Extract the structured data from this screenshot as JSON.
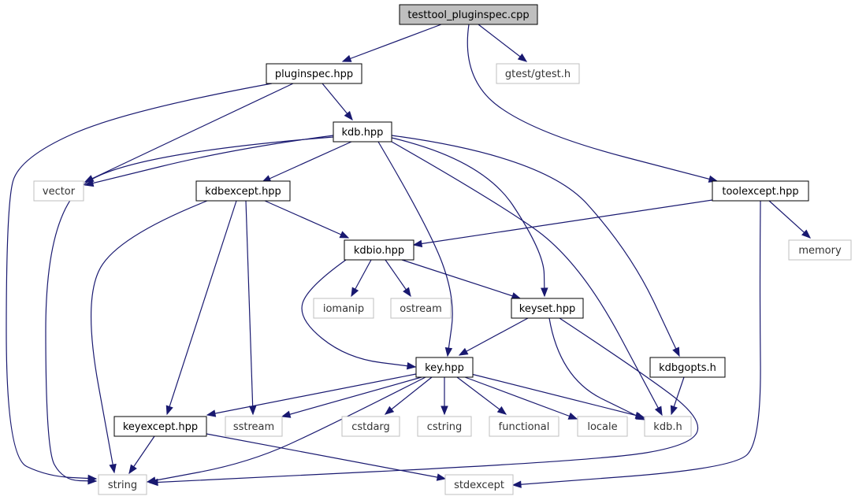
{
  "colors": {
    "edge": "#191970",
    "root_fill": "#bfbfbf",
    "local_border": "#000000",
    "system_border": "#bfbfbf",
    "background": "#ffffff"
  },
  "nodes": [
    {
      "id": "testtool_pluginspec",
      "label": "testtool_pluginspec.cpp",
      "kind": "root"
    },
    {
      "id": "pluginspec",
      "label": "pluginspec.hpp",
      "kind": "local"
    },
    {
      "id": "gtest",
      "label": "gtest/gtest.h",
      "kind": "system"
    },
    {
      "id": "kdb_hpp",
      "label": "kdb.hpp",
      "kind": "local"
    },
    {
      "id": "vector",
      "label": "vector",
      "kind": "system"
    },
    {
      "id": "kdbexcept",
      "label": "kdbexcept.hpp",
      "kind": "local"
    },
    {
      "id": "toolexcept",
      "label": "toolexcept.hpp",
      "kind": "local"
    },
    {
      "id": "kdbio",
      "label": "kdbio.hpp",
      "kind": "local"
    },
    {
      "id": "memory",
      "label": "memory",
      "kind": "system"
    },
    {
      "id": "iomanip",
      "label": "iomanip",
      "kind": "system"
    },
    {
      "id": "ostream",
      "label": "ostream",
      "kind": "system"
    },
    {
      "id": "keyset",
      "label": "keyset.hpp",
      "kind": "local"
    },
    {
      "id": "key",
      "label": "key.hpp",
      "kind": "local"
    },
    {
      "id": "kdbgopts",
      "label": "kdbgopts.h",
      "kind": "local"
    },
    {
      "id": "keyexcept",
      "label": "keyexcept.hpp",
      "kind": "local"
    },
    {
      "id": "sstream",
      "label": "sstream",
      "kind": "system"
    },
    {
      "id": "cstdarg",
      "label": "cstdarg",
      "kind": "system"
    },
    {
      "id": "cstring",
      "label": "cstring",
      "kind": "system"
    },
    {
      "id": "functional",
      "label": "functional",
      "kind": "system"
    },
    {
      "id": "locale",
      "label": "locale",
      "kind": "system"
    },
    {
      "id": "kdb_h",
      "label": "kdb.h",
      "kind": "system"
    },
    {
      "id": "string",
      "label": "string",
      "kind": "system"
    },
    {
      "id": "stdexcept",
      "label": "stdexcept",
      "kind": "system"
    }
  ],
  "edges": [
    {
      "from": "testtool_pluginspec",
      "to": "pluginspec"
    },
    {
      "from": "testtool_pluginspec",
      "to": "gtest"
    },
    {
      "from": "testtool_pluginspec",
      "to": "toolexcept"
    },
    {
      "from": "pluginspec",
      "to": "string"
    },
    {
      "from": "pluginspec",
      "to": "vector"
    },
    {
      "from": "pluginspec",
      "to": "kdb_hpp"
    },
    {
      "from": "kdb_hpp",
      "to": "vector"
    },
    {
      "from": "kdb_hpp",
      "to": "string"
    },
    {
      "from": "kdb_hpp",
      "to": "kdbexcept"
    },
    {
      "from": "kdb_hpp",
      "to": "key"
    },
    {
      "from": "kdb_hpp",
      "to": "keyset"
    },
    {
      "from": "kdb_hpp",
      "to": "kdb_h"
    },
    {
      "from": "kdb_hpp",
      "to": "kdbgopts"
    },
    {
      "from": "kdbexcept",
      "to": "kdbio"
    },
    {
      "from": "kdbexcept",
      "to": "keyexcept"
    },
    {
      "from": "kdbexcept",
      "to": "sstream"
    },
    {
      "from": "kdbexcept",
      "to": "string"
    },
    {
      "from": "toolexcept",
      "to": "kdbio"
    },
    {
      "from": "toolexcept",
      "to": "memory"
    },
    {
      "from": "toolexcept",
      "to": "stdexcept"
    },
    {
      "from": "kdbio",
      "to": "iomanip"
    },
    {
      "from": "kdbio",
      "to": "ostream"
    },
    {
      "from": "kdbio",
      "to": "keyset"
    },
    {
      "from": "kdbio",
      "to": "key"
    },
    {
      "from": "keyset",
      "to": "key"
    },
    {
      "from": "keyset",
      "to": "kdb_h"
    },
    {
      "from": "keyset",
      "to": "string"
    },
    {
      "from": "key",
      "to": "keyexcept"
    },
    {
      "from": "key",
      "to": "sstream"
    },
    {
      "from": "key",
      "to": "string"
    },
    {
      "from": "key",
      "to": "cstdarg"
    },
    {
      "from": "key",
      "to": "cstring"
    },
    {
      "from": "key",
      "to": "functional"
    },
    {
      "from": "key",
      "to": "locale"
    },
    {
      "from": "key",
      "to": "kdb_h"
    },
    {
      "from": "kdbgopts",
      "to": "kdb_h"
    },
    {
      "from": "keyexcept",
      "to": "string"
    },
    {
      "from": "keyexcept",
      "to": "stdexcept"
    }
  ]
}
